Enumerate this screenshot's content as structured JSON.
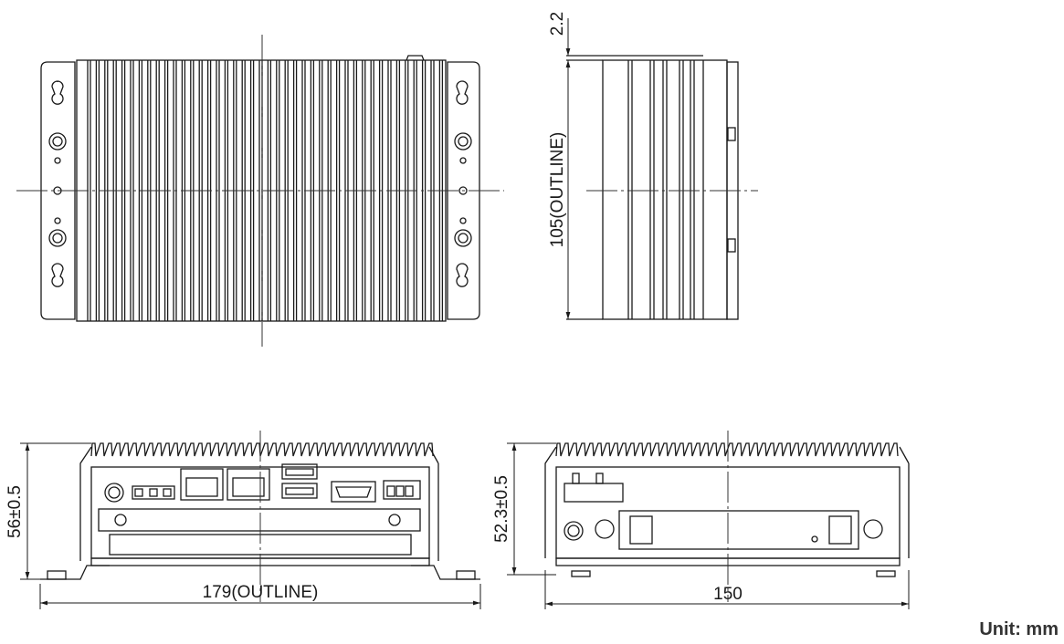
{
  "dimensions": {
    "top_gap": "2.2",
    "side_height": "105(OUTLINE)",
    "front_height": "56±0.5",
    "front_width": "179(OUTLINE)",
    "rear_height": "52.3±0.5",
    "rear_width": "150"
  },
  "unit": "Unit: mm",
  "colors": {
    "line": "#1a1a1a",
    "centerline": "#333333",
    "background": "#ffffff"
  }
}
